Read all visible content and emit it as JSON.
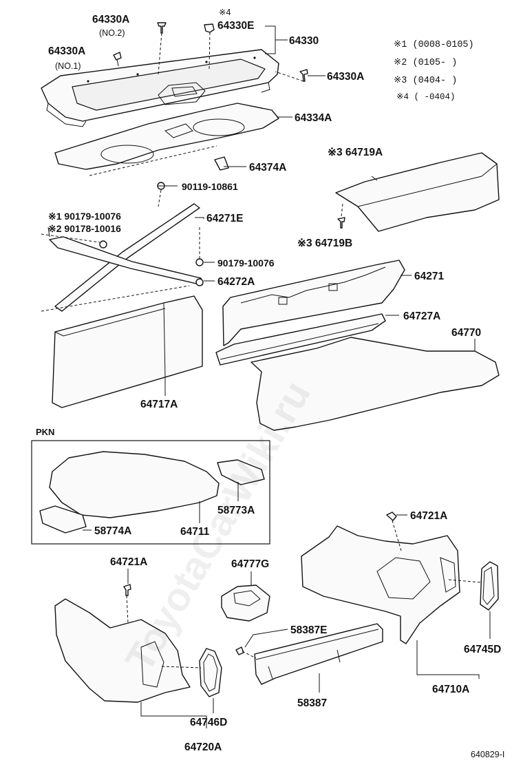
{
  "labels": {
    "l64330A_no2": "64330A",
    "no2": "(NO.2)",
    "star4_top": "※4",
    "l64330E": "64330E",
    "l64330": "64330",
    "l64330A_no1": "64330A",
    "no1": "(NO.1)",
    "l64330A_right": "64330A",
    "l64334A": "64334A",
    "l64374A": "64374A",
    "l90119": "90119-10861",
    "l64719A": "※3 64719A",
    "l90179a": "※1 90179-10076",
    "l90178": "※2 90178-10016",
    "l64271E": "64271E",
    "l64719B": "※3 64719B",
    "l90179b": "90179-10076",
    "l64272A": "64272A",
    "l64271": "64271",
    "l64727A": "64727A",
    "l64770": "64770",
    "l64717A": "64717A",
    "pkn": "PKN",
    "l58773A": "58773A",
    "l58774A": "58774A",
    "l64711": "64711",
    "l64721A_r": "64721A",
    "l64721A_l": "64721A",
    "l64777G": "64777G",
    "l58387E": "58387E",
    "l64745D": "64745D",
    "l58387": "58387",
    "l64710A": "64710A",
    "l64746D": "64746D",
    "l64720A": "64720A"
  },
  "notes": [
    "※1 (0008-0105)",
    "※2 (0105-     )",
    "※3 (0404-     )",
    "※4 (      -0404)"
  ],
  "footer_code": "640829-I",
  "watermark": "ToyotaCarWiki.ru"
}
